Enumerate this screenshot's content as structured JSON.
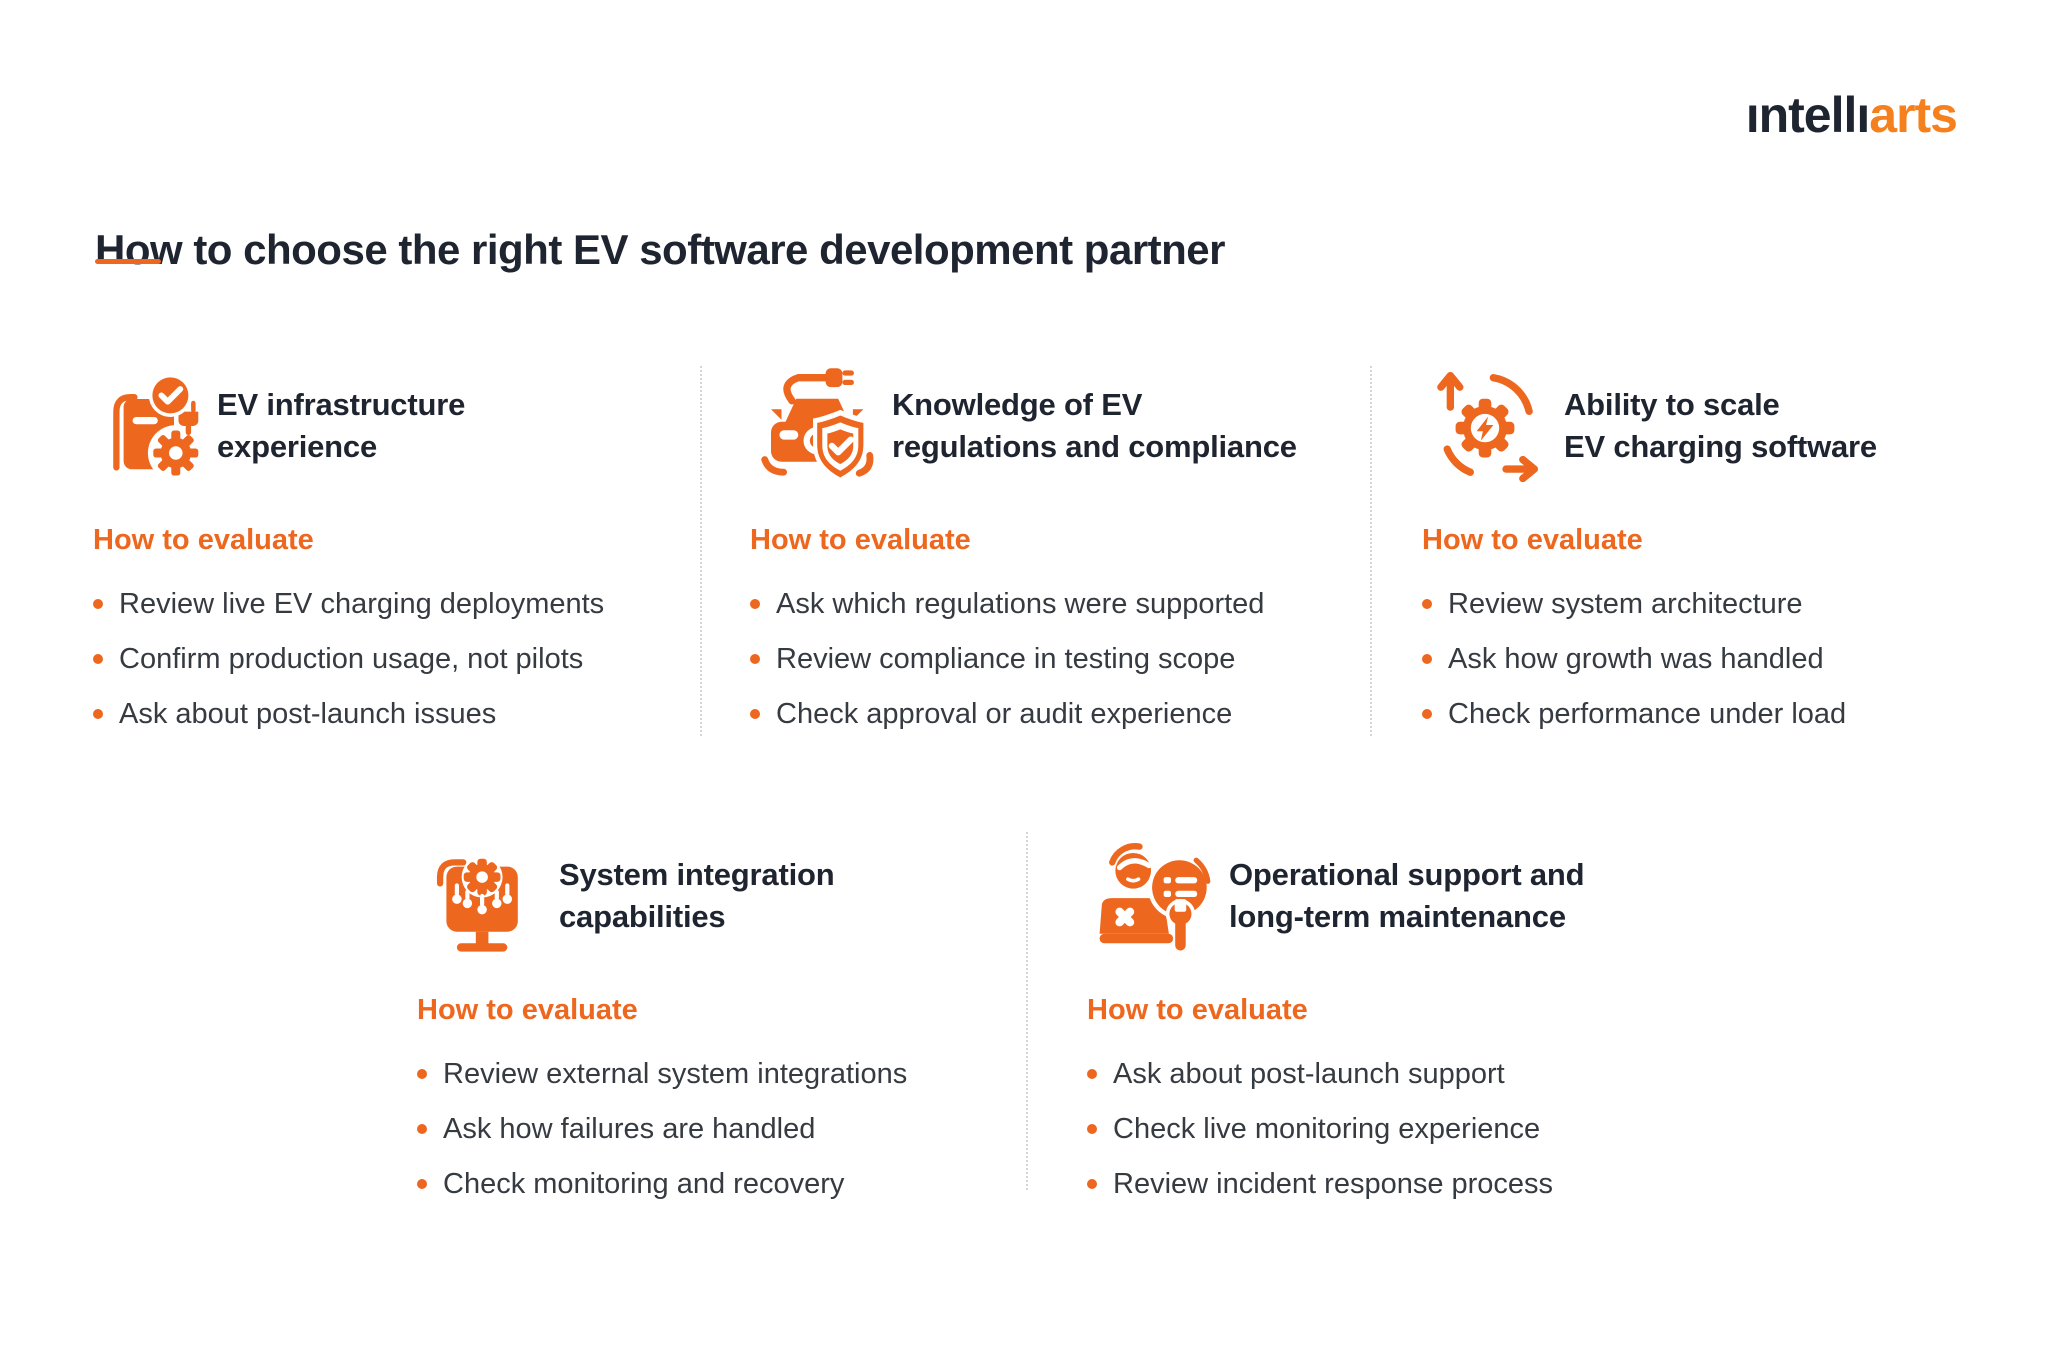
{
  "colors": {
    "accent": "#ed671f",
    "logo_orange": "#f5811e",
    "heading_dark": "#1f2530",
    "body_text": "#363b42",
    "divider": "#d5d5d5",
    "background": "#ffffff"
  },
  "logo": {
    "dark_part": "ıntellı",
    "accent_part": "arts"
  },
  "header": {
    "title": "How to choose the right EV software development partner"
  },
  "labels": {
    "how_to_evaluate": "How to evaluate"
  },
  "sections": [
    {
      "icon": "ev-charging-station-icon",
      "title_line1": "EV infrastructure",
      "title_line2": "experience",
      "bullets": [
        "Review live EV charging deployments",
        "Confirm production usage, not pilots",
        "Ask about post-launch issues"
      ]
    },
    {
      "icon": "ev-car-shield-icon",
      "title_line1": "Knowledge of EV",
      "title_line2": "regulations and compliance",
      "bullets": [
        "Ask which regulations were supported",
        "Review compliance in testing scope",
        "Check approval or audit experience"
      ]
    },
    {
      "icon": "scaling-gear-icon",
      "title_line1": "Ability to scale",
      "title_line2": "EV charging software",
      "bullets": [
        "Review system architecture",
        "Ask how growth was handled",
        "Check performance under load"
      ]
    },
    {
      "icon": "system-integration-icon",
      "title_line1": "System integration",
      "title_line2": "capabilities",
      "bullets": [
        "Review external system integrations",
        "Ask how failures are handled",
        "Check monitoring and recovery"
      ]
    },
    {
      "icon": "support-agent-icon",
      "title_line1": "Operational support and",
      "title_line2": "long-term maintenance",
      "bullets": [
        "Ask about post-launch support",
        "Check live monitoring experience",
        "Review incident response process"
      ]
    }
  ]
}
